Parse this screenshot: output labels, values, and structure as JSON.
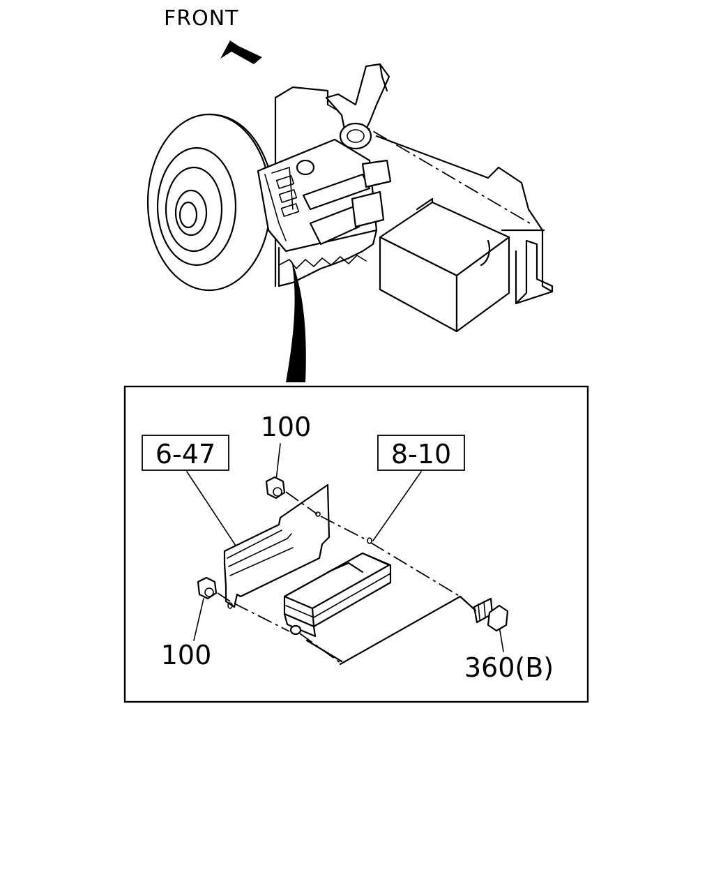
{
  "direction_label": "FRONT",
  "callouts": {
    "ref_6_47": "6-47",
    "ref_8_10": "8-10",
    "part_100_top": "100",
    "part_100_left": "100",
    "part_360b": "360(B)"
  },
  "icons": {
    "direction_arrow": "arrow-up-left-icon"
  }
}
